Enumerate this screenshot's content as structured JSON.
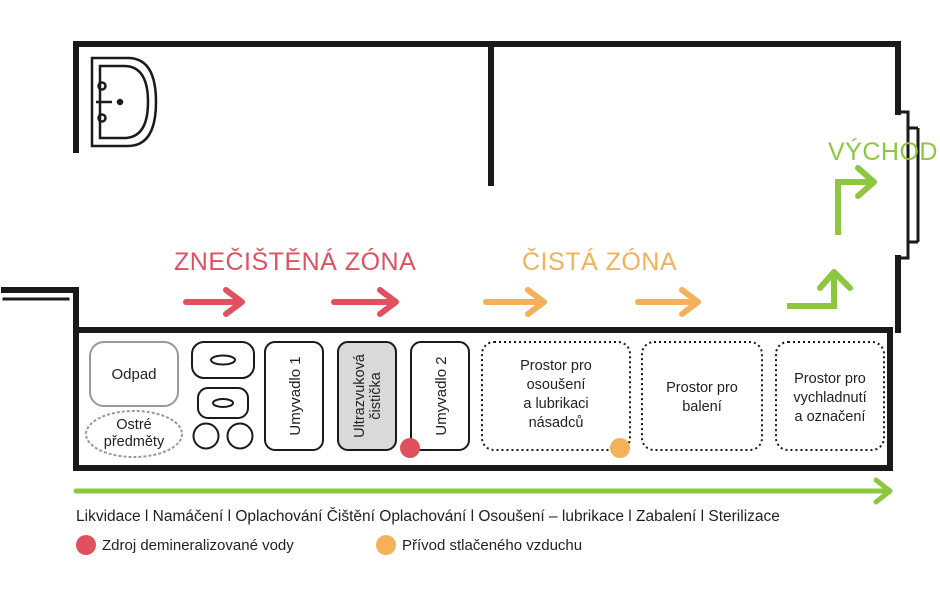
{
  "zones": {
    "dirty": "ZNEČIŠTĚNÁ ZÓNA",
    "clean": "ČISTÁ ZÓNA",
    "exit": "VÝCHOD"
  },
  "stations": {
    "waste": "Odpad",
    "sharps_line1": "Ostré",
    "sharps_line2": "předměty",
    "sink1": "Umyvadlo 1",
    "ultrasonic_line1": "Ultrazvuková",
    "ultrasonic_line2": "čistička",
    "sink2": "Umyvadlo 2",
    "dry_line1": "Prostor pro",
    "dry_line2": "osoušení",
    "dry_line3": "a lubrikaci",
    "dry_line4": "násadců",
    "pack_line1": "Prostor pro",
    "pack_line2": "balení",
    "cool_line1": "Prostor pro",
    "cool_line2": "vychladnutí",
    "cool_line3": "a označení"
  },
  "process": "Likvidace l Namáčení l Oplachování Čištění Oplachování l Osoušení – lubrikace l Zabalení l Sterilizace",
  "legend": {
    "water": "Zdroj demineralizované vody",
    "air": "Přívod stlačeného vzduchu"
  },
  "colors": {
    "dirty": "#e0505f",
    "clean": "#f5b05a",
    "exit": "#8dc63f",
    "wall": "#1a1a1a"
  }
}
